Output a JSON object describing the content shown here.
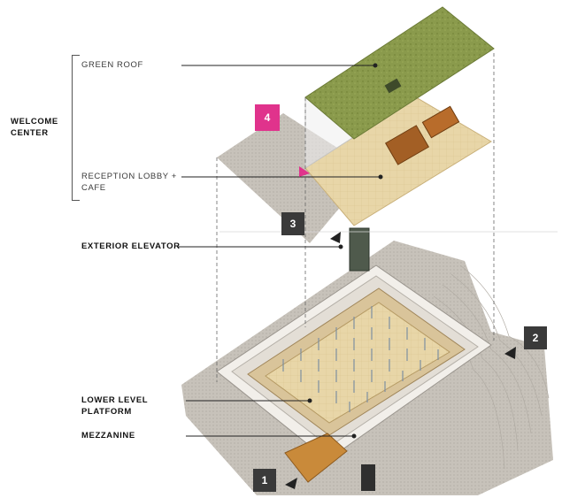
{
  "labels": {
    "section": [
      "WELCOME",
      "CENTER"
    ],
    "green_roof": "GREEN ROOF",
    "reception": [
      "RECEPTION LOBBY +",
      "CAFE"
    ],
    "elevator": "EXTERIOR ELEVATOR",
    "platform": [
      "LOWER LEVEL",
      "PLATFORM"
    ],
    "mezzanine": "MEZZANINE"
  },
  "markers": {
    "m1": "1",
    "m2": "2",
    "m3": "3",
    "m4": "4"
  },
  "colors": {
    "roof_green": "#8a9a4c",
    "accent_magenta": "#e0338c",
    "marker_dark": "#3a3a3a",
    "wood": "#c98a3a",
    "floor": "#e8d6a8",
    "paving": "#bdb8b0"
  }
}
